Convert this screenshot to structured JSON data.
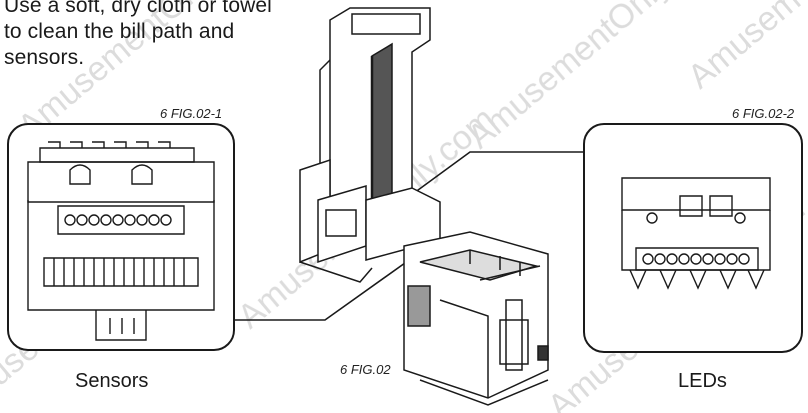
{
  "instruction": "Use a soft, dry cloth or towel\nto clean the bill path and\nsensors.",
  "figures": {
    "left_label": "6 FIG.02-1",
    "right_label": "6 FIG.02-2",
    "center_label": "6 FIG.02"
  },
  "captions": {
    "left": "Sensors",
    "right": "LEDs"
  },
  "watermark": "AmusementOnly.com",
  "colors": {
    "ink": "#1a1a1a",
    "watermark": "#d9d9d9"
  }
}
